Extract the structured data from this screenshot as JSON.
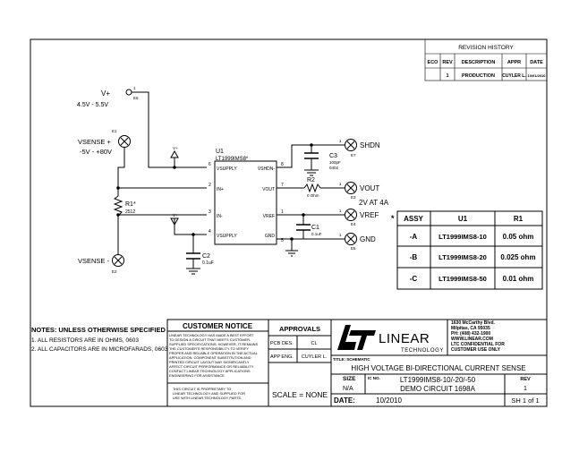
{
  "revision": {
    "title": "REVISION HISTORY",
    "headers": [
      "ECO",
      "REV",
      "DESCRIPTION",
      "APPR",
      "DATE"
    ],
    "row": [
      "",
      "1",
      "PRODUCTION",
      "CUYLER L.",
      "10/01/2010"
    ]
  },
  "nets": {
    "vplus": "V+",
    "vplus_range": "4.5V - 5.5V",
    "e6": "E6",
    "pin1": "1",
    "vsense_plus": "VSENSE +",
    "vsense_range": "-5V - +80V",
    "e1": "E1",
    "vsense_minus": "VSENSE -",
    "e2": "E2",
    "shdn": "SHDN",
    "e7": "E7",
    "vout": "VOUT",
    "e3": "E3",
    "vout_note": "2V AT 4A",
    "vref": "VREF",
    "e4": "E4",
    "gnd": "GND",
    "e5": "E5",
    "vplus_small": "V+"
  },
  "u1": {
    "ref": "U1",
    "part": "LT1999IMS8*",
    "pins_left": [
      {
        "num": "6",
        "name": "VSUPPLY"
      },
      {
        "num": "2",
        "name": "IN+"
      },
      {
        "num": "3",
        "name": "IN-"
      },
      {
        "num": "4",
        "name": "VSUPPLY"
      }
    ],
    "pins_right": [
      {
        "num": "8",
        "name": "VSHDN-"
      },
      {
        "num": "7",
        "name": "VOUT"
      },
      {
        "num": "1",
        "name": "VREF"
      },
      {
        "num": "5",
        "name": "GND"
      }
    ]
  },
  "parts": {
    "r1_ref": "R1*",
    "r1_val": "2512",
    "r2_ref": "R2",
    "r2_val": "0 Ohm",
    "c1_ref": "C1",
    "c1_val": "0.1uF",
    "c2_ref": "C2",
    "c2_val": "0.1uF",
    "c3_ref": "C3",
    "c3_val1": "100pF",
    "c3_val2": "0402"
  },
  "assy": {
    "star": "*",
    "headers": [
      "ASSY",
      "U1",
      "R1"
    ],
    "rows": [
      [
        "-A",
        "LT1999IMS8-10",
        "0.05 ohm"
      ],
      [
        "-B",
        "LT1999IMS8-20",
        "0.025 ohm"
      ],
      [
        "-C",
        "LT1999IMS8-50",
        "0.01 ohm"
      ]
    ]
  },
  "notes": {
    "title": "NOTES:  UNLESS OTHERWISE SPECIFIED",
    "items": [
      "1.  ALL RESISTORS ARE IN OHMS, 0603",
      "2.  ALL CAPACITORS ARE IN MICROFARADS, 0603"
    ]
  },
  "customer_notice": {
    "title": "CUSTOMER NOTICE",
    "body": [
      "LINEAR TECHNOLOGY HAS MADE A BEST EFFORT",
      "TO DESIGN A CIRCUIT THAT MEETS CUSTOMER-",
      "SUPPLIED SPECIFICATIONS; HOWEVER, IT REMAINS",
      "THE CUSTOMER'S RESPONSIBILITY TO VERIFY",
      "PROPER AND RELIABLE OPERATION IN THE ACTUAL",
      "APPLICATION. COMPONENT SUBSTITUTION AND",
      "PRINTED CIRCUIT LAYOUT MAY SIGNIFICANTLY",
      "AFFECT CIRCUIT PERFORMANCE OR RELIABILITY.",
      "CONTACT LINEAR TECHNOLOGY APPLICATIONS",
      "ENGINEERING FOR ASSISTANCE."
    ],
    "proprietary": [
      "THIS CIRCUIT IS PROPRIETARY TO",
      "LINEAR TECHNOLOGY AND SUPPLIED FOR",
      "USE WITH LINEAR TECHNOLOGY PARTS."
    ]
  },
  "approvals": {
    "title": "APPROVALS",
    "rows": [
      [
        "PCB DES.",
        "CL"
      ],
      [
        "APP ENG.",
        "CUYLER L."
      ]
    ],
    "scale": "SCALE = NONE"
  },
  "company": {
    "logo_main": "LINEAR",
    "logo_sub": "TECHNOLOGY",
    "address": [
      "1630 McCarthy Blvd.",
      "Milpitas, CA 95035",
      "PH: (408) 432-1900",
      "WWW.LINEAR.COM",
      "LTC CONFIDENTIAL FOR",
      "CUSTOMER USE ONLY"
    ]
  },
  "title_block": {
    "title_label": "TITLE: SCHEMATIC",
    "title": "HIGH VOLTAGE BI-DIRECTIONAL CURRENT SENSE",
    "size_label": "SIZE",
    "size_value": "N/A",
    "icno_label": "IC NO.",
    "ic_no": "LT1999IMS8-10/-20/-50",
    "demo": "DEMO CIRCUIT 1698A",
    "rev_label": "REV",
    "rev_value": "1",
    "date_label": "DATE:",
    "date_value": "10/2010",
    "sheet": "SH 1 of 1"
  }
}
